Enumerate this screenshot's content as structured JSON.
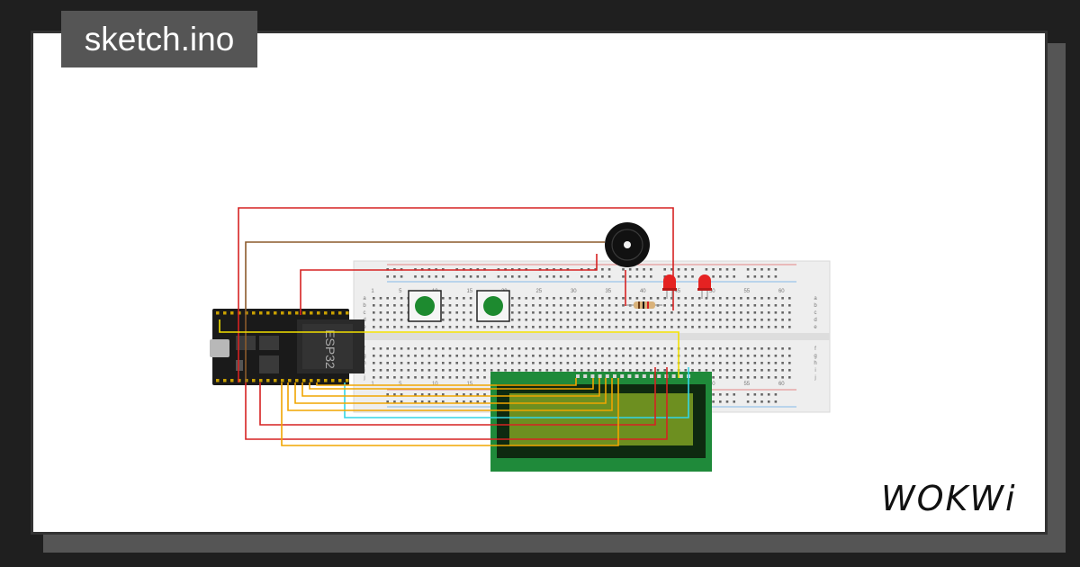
{
  "title": "sketch.ino",
  "brand": "WOKWi",
  "board_label": "ESP32",
  "colors": {
    "background": "#1f1f1f",
    "card_shadow": "#555555",
    "title_tag": "#555555",
    "wire_red": "#d62222",
    "wire_brown": "#8b5a2b",
    "wire_yellow": "#f2e000",
    "wire_orange": "#f0a500",
    "wire_cyan": "#33d6e6",
    "lcd_pcb": "#1f8a3a",
    "lcd_screen": "#6d8f20",
    "button_cap": "#1d8a2f",
    "led": "#e52222"
  },
  "breadboard": {
    "column_labels": [
      "1",
      "5",
      "10",
      "15",
      "20",
      "25",
      "30",
      "35",
      "40",
      "45",
      "50",
      "55",
      "60"
    ],
    "row_labels_top": [
      "a",
      "b",
      "c",
      "d",
      "e"
    ],
    "row_labels_bottom": [
      "f",
      "g",
      "h",
      "i",
      "j"
    ]
  },
  "components": [
    "esp32-board",
    "breadboard",
    "buzzer",
    "pushbutton-1",
    "pushbutton-2",
    "resistor",
    "led-1",
    "led-2",
    "lcd1602"
  ]
}
